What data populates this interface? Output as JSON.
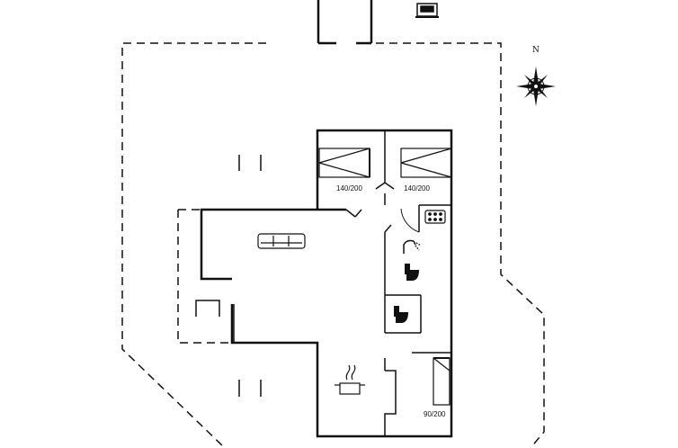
{
  "compass": {
    "north_label": "N"
  },
  "beds": [
    {
      "label": "140/200"
    },
    {
      "label": "140/200"
    },
    {
      "label": "90/200"
    }
  ],
  "icons": [
    "car-icon",
    "compass-rose-icon",
    "double-bed-icon",
    "sofa-icon",
    "spa-bath-icon",
    "shower-icon",
    "toilet-icon",
    "cooking-pot-icon",
    "single-bed-icon"
  ],
  "colors": {
    "line": "#111111",
    "background": "#ffffff"
  }
}
